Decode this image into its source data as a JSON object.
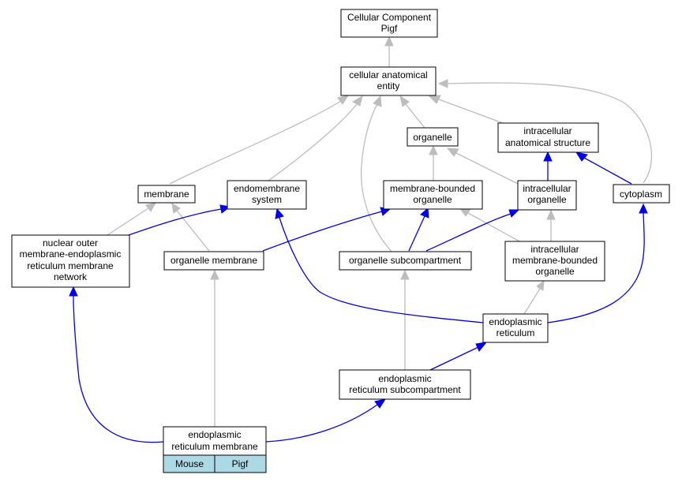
{
  "colors": {
    "is_a_edge": "#bdbdbd",
    "part_of_edge": "#0000ee",
    "legend_fill": "#add8e6"
  },
  "nodes": {
    "cellular_component_pigf": [
      "Cellular Component",
      "Pigf"
    ],
    "cellular_anatomical_entity": [
      "cellular anatomical",
      "entity"
    ],
    "organelle": [
      "organelle"
    ],
    "intracellular_anatomical_structure": [
      "intracellular",
      "anatomical structure"
    ],
    "membrane": [
      "membrane"
    ],
    "endomembrane_system": [
      "endomembrane",
      "system"
    ],
    "membrane_bounded_organelle": [
      "membrane-bounded",
      "organelle"
    ],
    "intracellular_organelle": [
      "intracellular",
      "organelle"
    ],
    "cytoplasm": [
      "cytoplasm"
    ],
    "nuclear_outer_membrane_er_network": [
      "nuclear outer",
      "membrane-endoplasmic",
      "reticulum membrane",
      "network"
    ],
    "organelle_membrane": [
      "organelle membrane"
    ],
    "organelle_subcompartment": [
      "organelle subcompartment"
    ],
    "intracellular_membrane_bounded_organelle": [
      "intracellular",
      "membrane-bounded",
      "organelle"
    ],
    "endoplasmic_reticulum": [
      "endoplasmic",
      "reticulum"
    ],
    "er_subcompartment": [
      "endoplasmic",
      "reticulum subcompartment"
    ],
    "er_membrane": [
      "endoplasmic",
      "reticulum membrane"
    ]
  },
  "legend": {
    "left": "Mouse",
    "right": "Pigf"
  }
}
